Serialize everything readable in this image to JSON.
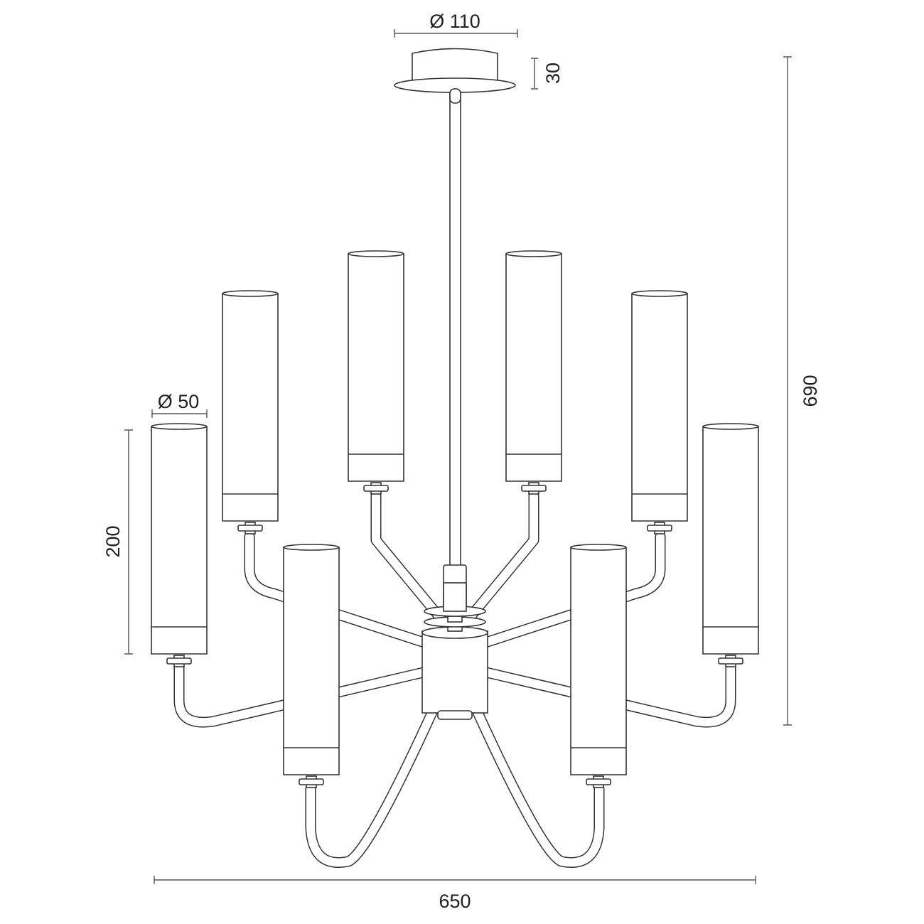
{
  "title": "Chandelier dimension drawing",
  "dimensions": {
    "canopy_diameter": "Ø 110",
    "canopy_height": "30",
    "overall_height": "690",
    "shade_diameter": "Ø 50",
    "shade_height": "200",
    "overall_width": "650"
  },
  "colors": {
    "line": "#333333",
    "background": "#ffffff"
  }
}
